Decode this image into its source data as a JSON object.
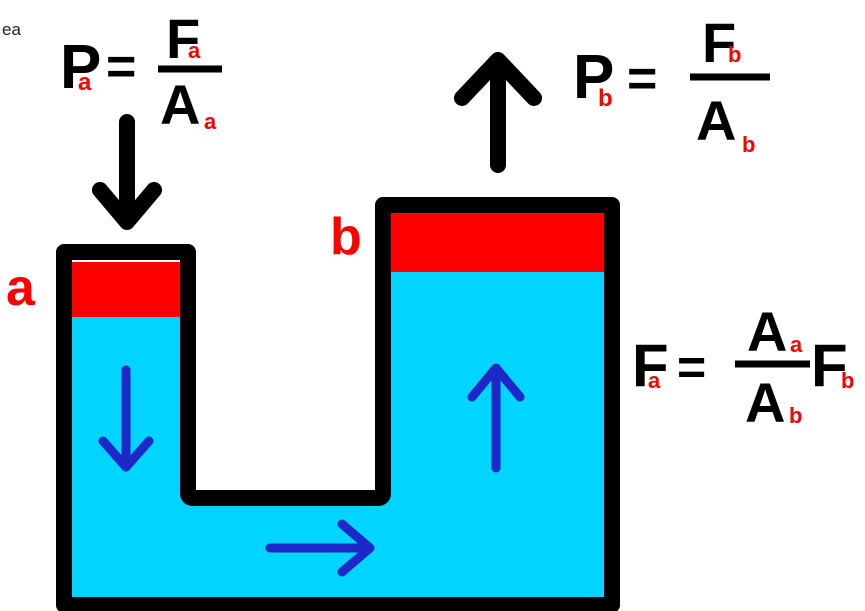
{
  "corner_fragment": "ea",
  "labels": {
    "a": "a",
    "b": "b"
  },
  "formula_a": {
    "lhs": "P",
    "lhs_sub": "a",
    "eq": "=",
    "num": "F",
    "num_sub": "a",
    "den": "A",
    "den_sub": "a"
  },
  "formula_b": {
    "lhs": "P",
    "lhs_sub": "b",
    "eq": "=",
    "num": "F",
    "num_sub": "b",
    "den": "A",
    "den_sub": "b"
  },
  "formula_f": {
    "lhs": "F",
    "lhs_sub": "a",
    "eq": "=",
    "num": "A",
    "num_sub": "a",
    "den": "A",
    "den_sub": "b",
    "rhs": "F",
    "rhs_sub": "b"
  },
  "colors": {
    "fluid": "#00d4ff",
    "piston": "#ff0000",
    "outline": "#000000",
    "flow_arrow": "#1c28c8",
    "subscript": "#ff0000"
  },
  "icons": [
    "force-down-arrow",
    "force-up-arrow",
    "flow-down-arrow",
    "flow-right-arrow",
    "flow-up-arrow"
  ]
}
